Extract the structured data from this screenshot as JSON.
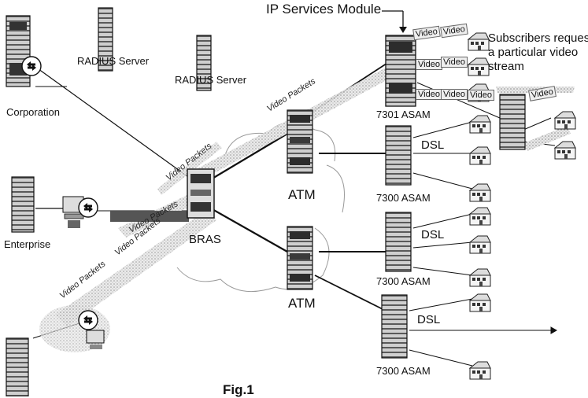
{
  "labels": {
    "ip_services_module": "IP Services Module",
    "subscribers_note_1": "Subscribers request",
    "subscribers_note_2": "a particular video",
    "subscribers_note_3": "stream",
    "radius_server_1": "RADIUS Server",
    "radius_server_2": "RADIUS Server",
    "corporation": "Corporation",
    "enterprise": "Enterprise",
    "bras": "BRAS",
    "atm_top": "ATM",
    "atm_bottom": "ATM",
    "asam_7301": "7301 ASAM",
    "asam_7300_a": "7300 ASAM",
    "asam_7300_b": "7300 ASAM",
    "asam_7300_c": "7300 ASAM",
    "dsl_1": "DSL",
    "dsl_2": "DSL",
    "dsl_3": "DSL",
    "figure_caption": "Fig.1"
  },
  "streams": {
    "stream_1": "Video Packets",
    "stream_2": "Video Packets",
    "stream_3": "Video Packets",
    "stream_4": "Video Packets",
    "stream_5": "Video Packets"
  },
  "video_tags": [
    "Video",
    "Video",
    "Video",
    "Video",
    "Video",
    "Video",
    "Video",
    "Video"
  ]
}
